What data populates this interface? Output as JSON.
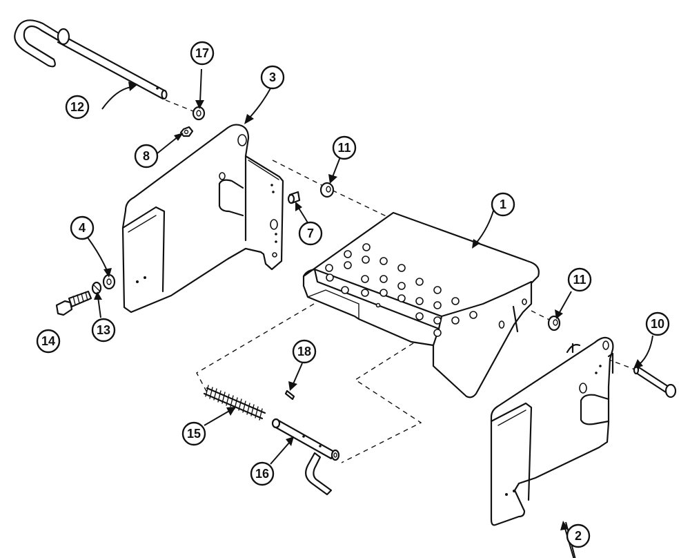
{
  "figure": {
    "type": "exploded-parts-diagram",
    "callouts": [
      {
        "key": "c1",
        "label": "1"
      },
      {
        "key": "c2",
        "label": "2"
      },
      {
        "key": "c3",
        "label": "3"
      },
      {
        "key": "c4",
        "label": "4"
      },
      {
        "key": "c7",
        "label": "7"
      },
      {
        "key": "c8",
        "label": "8"
      },
      {
        "key": "c10",
        "label": "10"
      },
      {
        "key": "c11a",
        "label": "11"
      },
      {
        "key": "c11b",
        "label": "11"
      },
      {
        "key": "c12",
        "label": "12"
      },
      {
        "key": "c13",
        "label": "13"
      },
      {
        "key": "c14",
        "label": "14"
      },
      {
        "key": "c15",
        "label": "15"
      },
      {
        "key": "c16",
        "label": "16"
      },
      {
        "key": "c17",
        "label": "17"
      },
      {
        "key": "c18",
        "label": "18"
      }
    ]
  }
}
